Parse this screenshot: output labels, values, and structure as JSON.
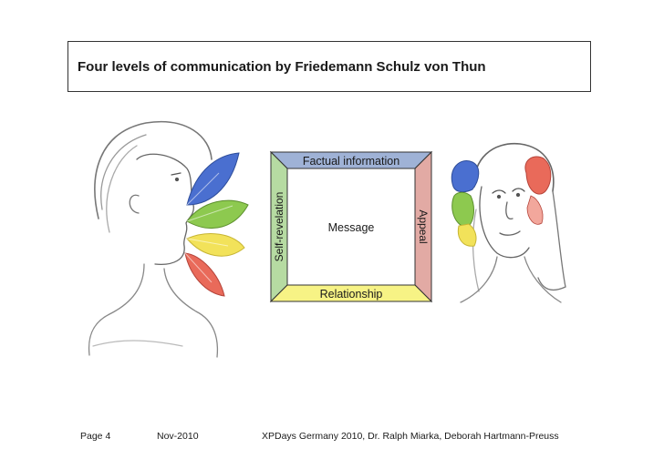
{
  "title": "Four levels of communication by Friedemann Schulz von Thun",
  "square": {
    "top": "Factual information",
    "left": "Self-revelation",
    "right": "Appeal",
    "bottom": "Relationship",
    "center": "Message"
  },
  "colors": {
    "top": "#9fb2d6",
    "left": "#b6dba2",
    "right": "#e2aaa4",
    "bottom": "#f7f385",
    "leaf_blue": "#4a6fd0",
    "leaf_green": "#8dc94f",
    "leaf_yellow": "#f2e25a",
    "leaf_red": "#e96a5a"
  },
  "footer": {
    "page": "Page 4",
    "date": "Nov-2010",
    "credit": "XPDays Germany 2010, Dr. Ralph Miarka, Deborah Hartmann-Preuss"
  }
}
